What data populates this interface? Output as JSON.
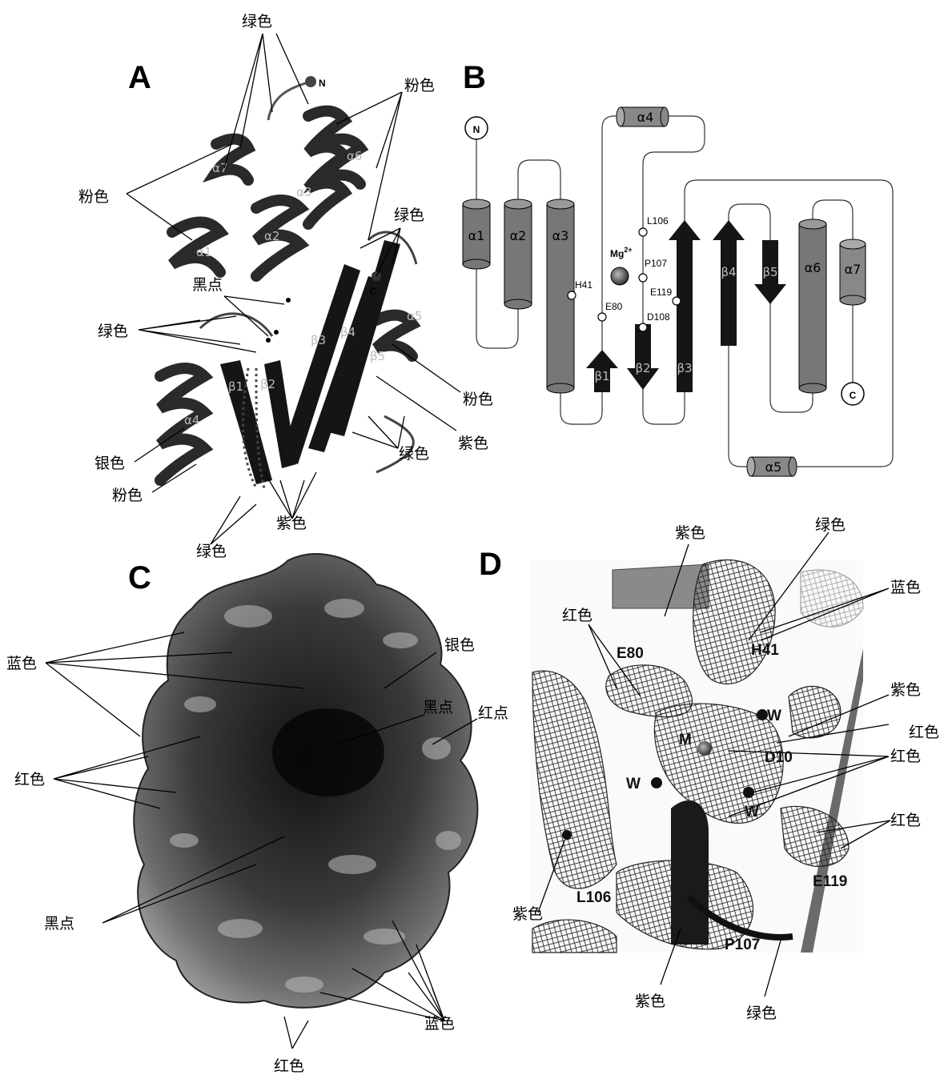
{
  "panels": {
    "A": "A",
    "B": "B",
    "C": "C",
    "D": "D"
  },
  "panel_a": {
    "terminus_n": "N",
    "terminus_c": "C",
    "helices": [
      "α1",
      "α2",
      "α3",
      "α4",
      "α5",
      "α6",
      "α7"
    ],
    "strands": [
      "β1",
      "β2",
      "β3",
      "β4",
      "β5"
    ],
    "labels": {
      "green_top": "绿色",
      "pink_top": "粉色",
      "pink_left": "粉色",
      "green_right": "绿色",
      "black_dots": "黑点",
      "green_left": "绿色",
      "pink_right": "粉色",
      "purple_right": "紫色",
      "green_lower_right": "绿色",
      "silver": "银色",
      "pink_lower": "粉色",
      "purple_bottom": "紫色",
      "green_bottom": "绿色"
    }
  },
  "panel_b": {
    "terminus_n": "N",
    "terminus_c": "C",
    "helices": {
      "a1": "α1",
      "a2": "α2",
      "a3": "α3",
      "a4": "α4",
      "a5": "α5",
      "a6": "α6",
      "a7": "α7"
    },
    "strands": {
      "b1": "β1",
      "b2": "β2",
      "b3": "β3",
      "b4": "β4",
      "b5": "β5"
    },
    "mg_label": "Mg",
    "mg_sup": "2+",
    "residues": {
      "L106": "L106",
      "P107": "P107",
      "E119": "E119",
      "H41": "H41",
      "E80": "E80",
      "D108": "D108"
    }
  },
  "panel_c": {
    "labels": {
      "blue_top": "蓝色",
      "silver": "银色",
      "black_dot_top": "黑点",
      "red_dot": "红点",
      "red_left": "红色",
      "black_dot_left": "黑点",
      "blue_bottom": "蓝色",
      "red_bottom": "红色"
    }
  },
  "panel_d": {
    "labels": {
      "purple_top": "紫色",
      "green_top": "绿色",
      "blue": "蓝色",
      "red_top_left": "红色",
      "purple_right": "紫色",
      "red_right_1": "红色",
      "red_right_2": "红色",
      "red_right_3": "红色",
      "purple_left": "紫色",
      "purple_bottom": "紫色",
      "green_bottom": "绿色"
    },
    "residues": {
      "E80": "E80",
      "H41": "H41",
      "W1": "W",
      "M": "M",
      "D108": "D10",
      "W2": "W",
      "W3": "W",
      "L106": "L106",
      "E119": "E119",
      "P107": "P107"
    }
  }
}
